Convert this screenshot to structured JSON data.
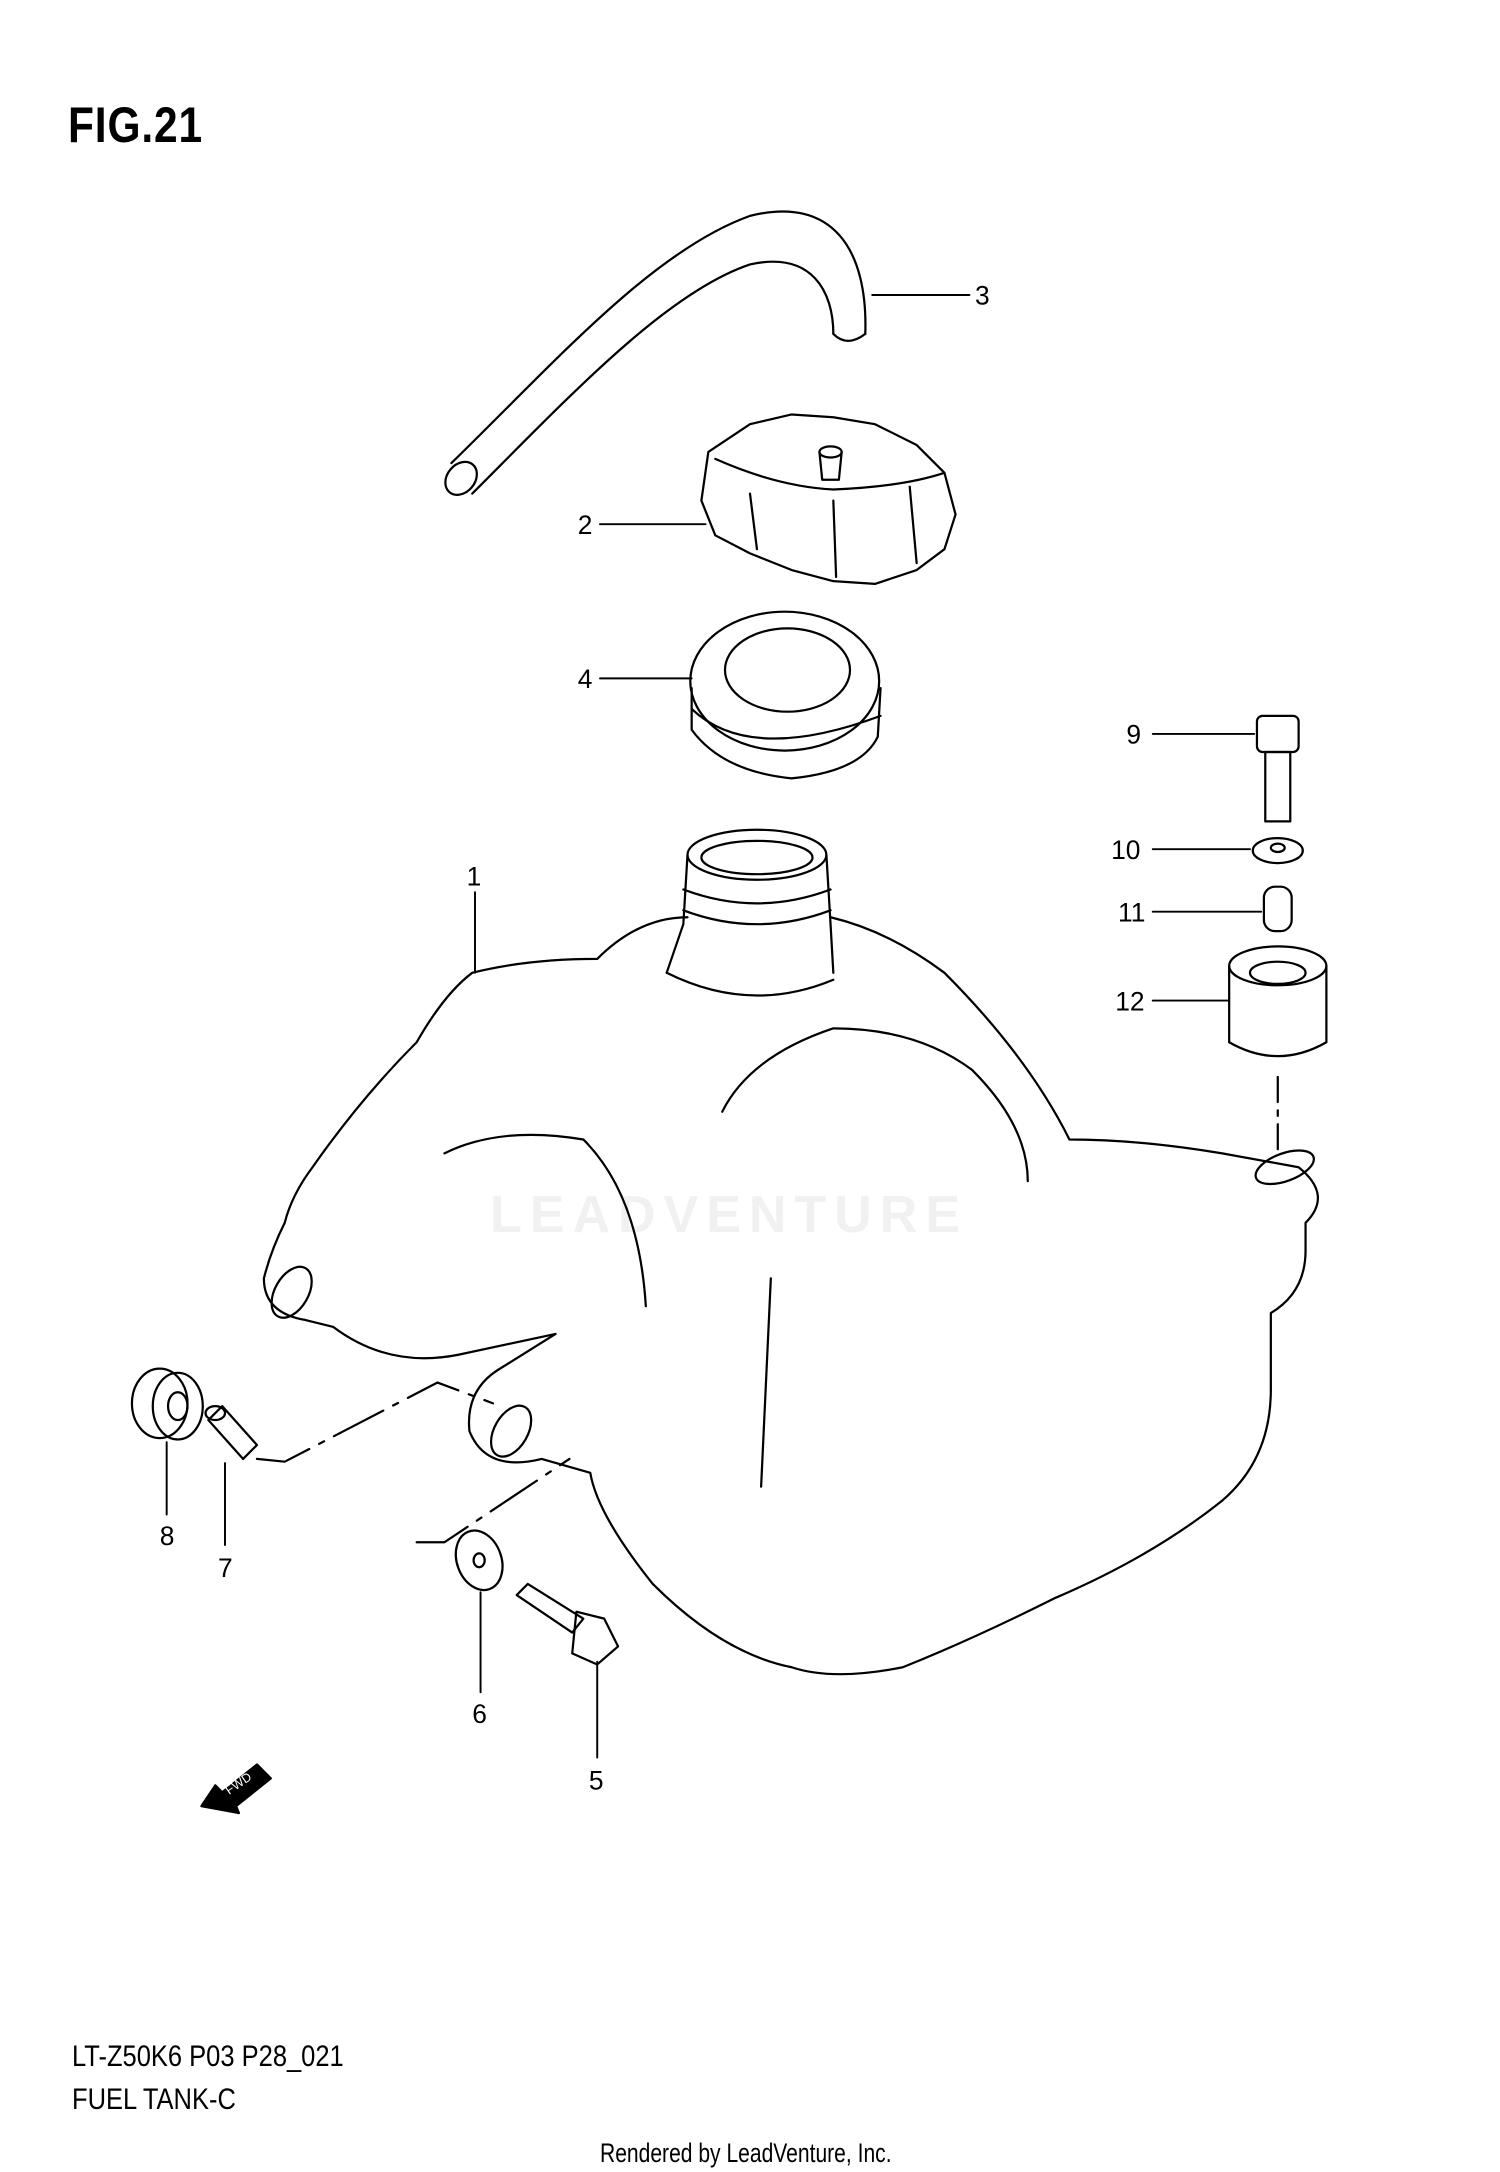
{
  "figure": {
    "title": "FIG.21",
    "model_code": "LT-Z50K6 P03 P28_021",
    "name": "FUEL TANK-C"
  },
  "callouts": [
    "1",
    "2",
    "3",
    "4",
    "5",
    "6",
    "7",
    "8",
    "9",
    "10",
    "11",
    "12"
  ],
  "watermark": "LEADVENTURE",
  "fwd_label": "FWD",
  "footer": {
    "credit": "Rendered by LeadVenture, Inc."
  }
}
